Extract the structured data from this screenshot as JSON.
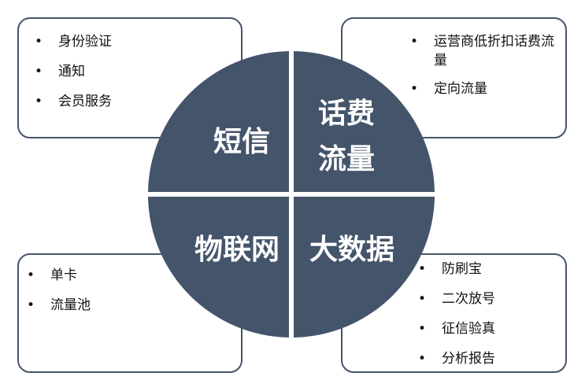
{
  "quadrants": {
    "top_left": {
      "title": "短信",
      "items": [
        "身份验证",
        "通知",
        "会员服务"
      ]
    },
    "top_right": {
      "title_line1": "话费",
      "title_line2": "流量",
      "items": [
        "运营商低折扣话费流量",
        "定向流量"
      ]
    },
    "bottom_left": {
      "title": "物联网",
      "items": [
        "单卡",
        "流量池"
      ]
    },
    "bottom_right": {
      "title": "大数据",
      "items": [
        "防刷宝",
        "二次放号",
        "征信验真",
        "分析报告"
      ]
    }
  },
  "colors": {
    "quadrant_fill": "#44546A",
    "border": "#44546A"
  }
}
